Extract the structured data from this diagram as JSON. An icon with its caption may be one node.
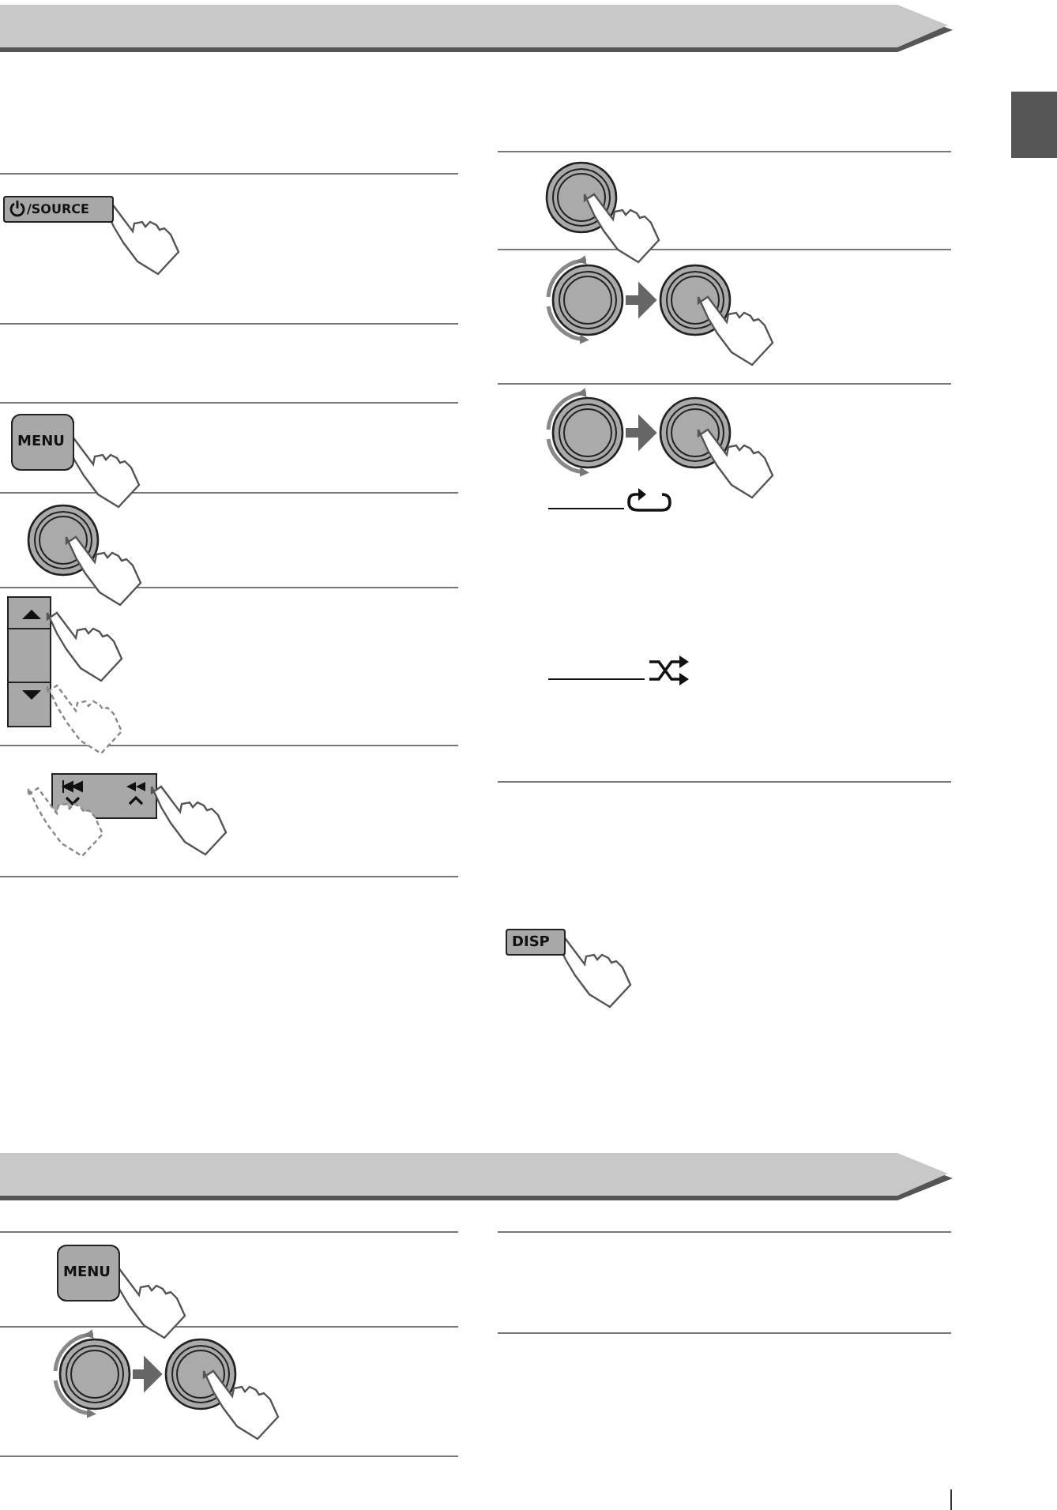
{
  "diagram": {
    "nodes": [
      {
        "text": [
          "/SOURCE"
        ]
      },
      {
        "text": [
          "MENU"
        ]
      },
      {
        "text": [],
        "shape": "circle"
      },
      {
        "text": [],
        "shape": "circle"
      },
      {
        "text": [],
        "shape": "circle"
      },
      {
        "text": [],
        "shape": "circle"
      },
      {
        "text": [
          "DISP"
        ]
      },
      {
        "text": [
          "MENU"
        ]
      },
      {
        "text": [],
        "shape": "circle"
      },
      {
        "text": [],
        "shape": "circle"
      }
    ],
    "edges": [
      {
        "from": 2,
        "to": 3,
        "arrow": "to"
      },
      {
        "from": 4,
        "to": 5,
        "arrow": "to"
      },
      {
        "from": 8,
        "to": 9,
        "arrow": "to"
      }
    ]
  }
}
